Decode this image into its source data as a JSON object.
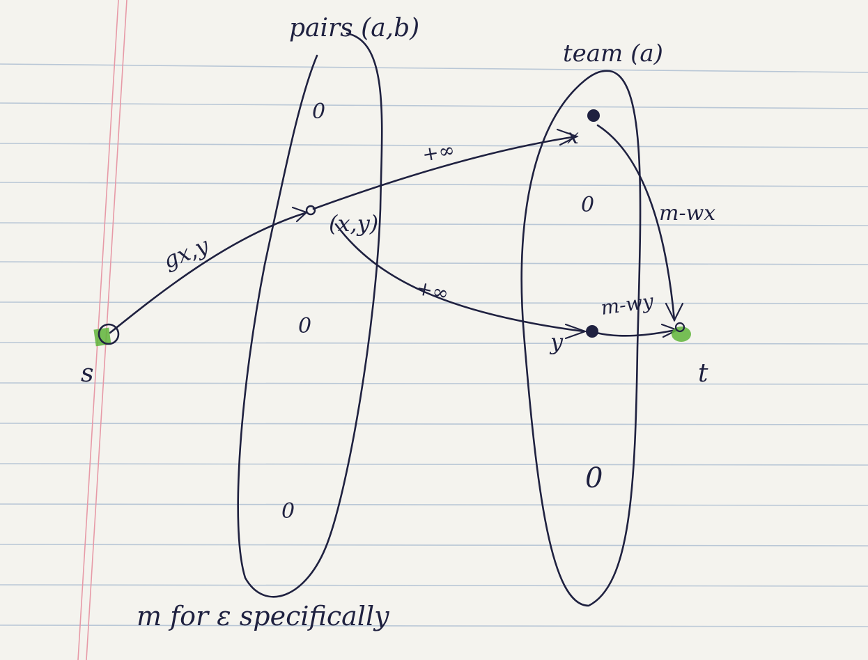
{
  "labels": {
    "left_set": "pairs (a,b)",
    "right_set": "team (a)",
    "bottom_note": "m for ε specifically"
  },
  "nodes": {
    "source": "s",
    "sink": "t",
    "pair_node": "(x,y)",
    "team_x": "x",
    "team_y": "y"
  },
  "edges": {
    "s_to_pair": "gx,y",
    "pair_to_x": "+∞",
    "pair_to_y": "+∞",
    "x_to_t": "m-wx",
    "y_to_t": "m-wy"
  },
  "set_values": {
    "left": [
      "0",
      "0",
      "0"
    ],
    "right": [
      "0",
      "0"
    ]
  },
  "colors": {
    "ink": "#1f2140",
    "highlight": "#5fb43a",
    "margin_line": "#e79aa7",
    "ruled_line": "#b9c7d6"
  }
}
